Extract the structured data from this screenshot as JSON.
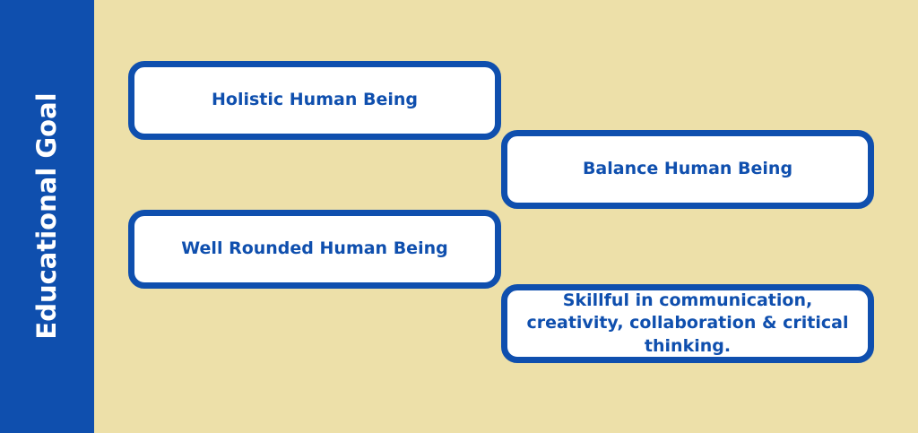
{
  "sidebar": {
    "title": "Educational Goal"
  },
  "boxes": [
    {
      "text": "Holistic Human Being"
    },
    {
      "text": "Balance Human Being"
    },
    {
      "text": "Well Rounded Human Being"
    },
    {
      "text": "Skillful in communication, creativity, collaboration & critical thinking."
    }
  ],
  "colors": {
    "background": "#ede0a9",
    "accent": "#0f4fae",
    "box": "#ffffff"
  }
}
